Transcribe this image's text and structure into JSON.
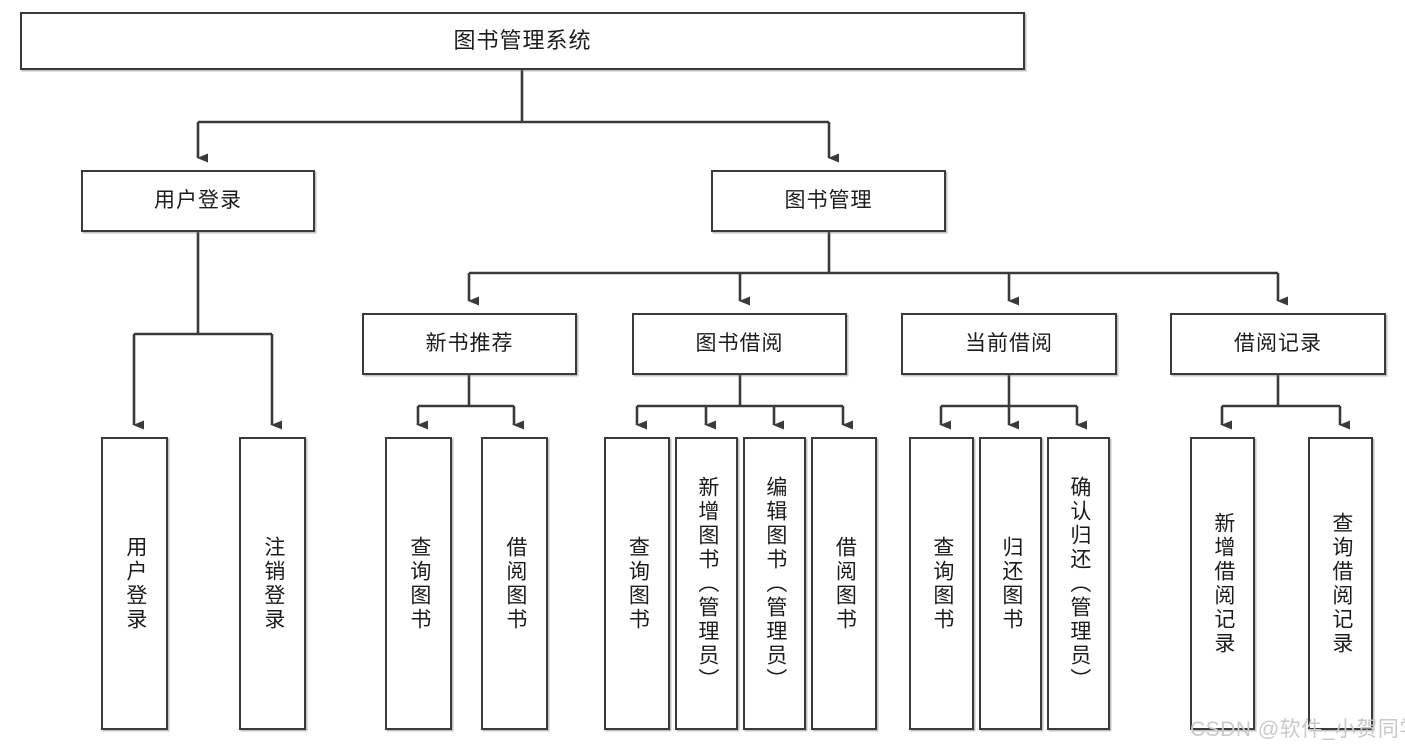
{
  "diagram": {
    "title": "图书管理系统",
    "watermark": "CSDN @软件_小贺同学",
    "line_color": "#3a3a3a",
    "box_fill": "#ffffff",
    "text_color": "#1c1c1c",
    "watermark_color": "#c9c9c9"
  },
  "nodes": {
    "root": {
      "label": "图书管理系统"
    },
    "level2": [
      {
        "label": "用户登录"
      },
      {
        "label": "图书管理"
      }
    ],
    "level3": [
      {
        "label": "新书推荐"
      },
      {
        "label": "图书借阅"
      },
      {
        "label": "当前借阅"
      },
      {
        "label": "借阅记录"
      }
    ],
    "leaves_user_login": [
      {
        "label": "用户登录"
      },
      {
        "label": "注销登录"
      }
    ],
    "leaves_new_book": [
      {
        "label": "查询图书"
      },
      {
        "label": "借阅图书"
      }
    ],
    "leaves_borrow": [
      {
        "label": "查询图书"
      },
      {
        "label": "新增图书（管理员）"
      },
      {
        "label": "编辑图书（管理员）"
      },
      {
        "label": "借阅图书"
      }
    ],
    "leaves_current": [
      {
        "label": "查询图书"
      },
      {
        "label": "归还图书"
      },
      {
        "label": "确认归还（管理员）"
      }
    ],
    "leaves_records": [
      {
        "label": "新增借阅记录"
      },
      {
        "label": "查询借阅记录"
      }
    ]
  }
}
